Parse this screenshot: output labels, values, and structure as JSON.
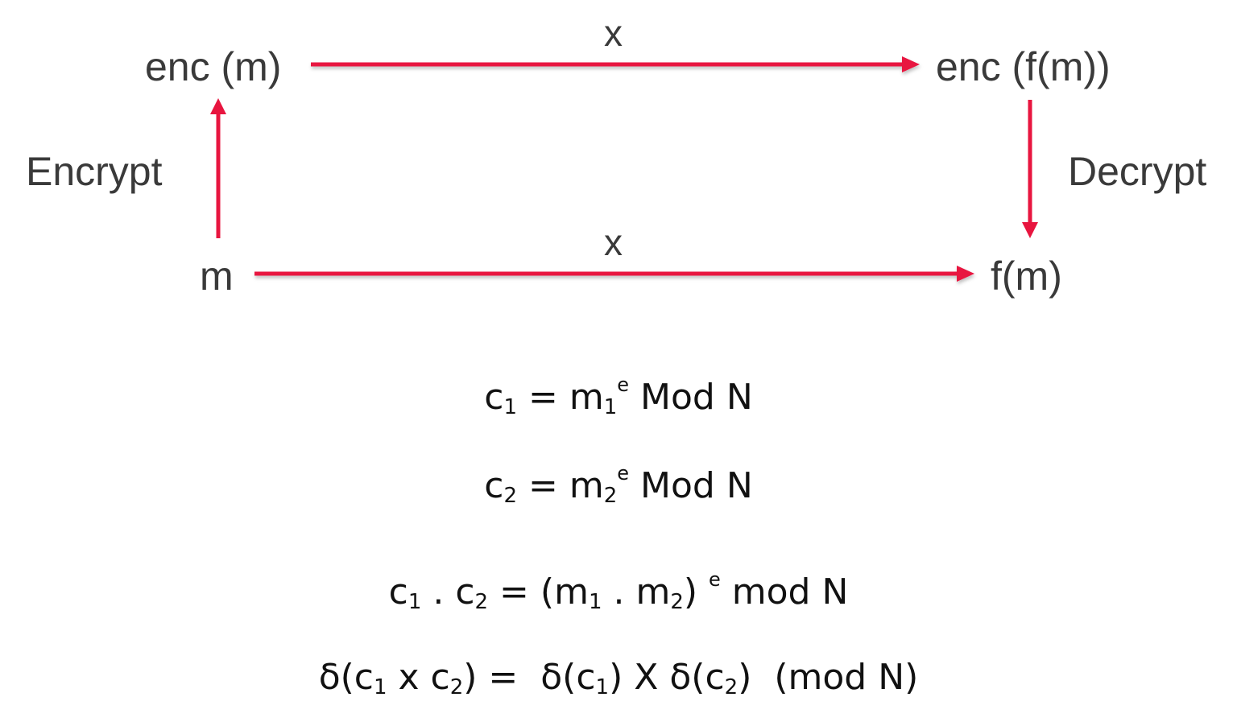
{
  "diagram": {
    "nodes": {
      "enc_m": "enc (m)",
      "enc_fm": "enc (f(m))",
      "m": "m",
      "fm": "f(m)"
    },
    "edges": {
      "top_label": "x",
      "bottom_label": "x",
      "left_label": "Encrypt",
      "right_label": "Decrypt"
    },
    "arrow_color": "#e8153f",
    "text_color": "#3a3a3a"
  },
  "equations": [
    {
      "parts": {
        "a": "c",
        "a_sub": "1",
        "b": " = m",
        "b_sub": "1",
        "b_sup": "e",
        "c": " Mod N"
      }
    },
    {
      "parts": {
        "a": "c",
        "a_sub": "2",
        "b": " = m",
        "b_sub": "2",
        "b_sup": "e",
        "c": " Mod N"
      }
    },
    {
      "parts": {
        "a": "c",
        "a_sub": "1",
        "b": " . c",
        "b_sub": "2",
        "c": " = (m",
        "c_sub": "1",
        "d": " . m",
        "d_sub": "2",
        "e": ") ",
        "e_sup": "e",
        "f": " mod N"
      }
    },
    {
      "parts": {
        "a": "δ(c",
        "a_sub": "1",
        "b": " x c",
        "b_sub": "2",
        "c": ") =  δ(c",
        "c_sub": "1",
        "d": ") X δ(c",
        "d_sub": "2",
        "e": ")  (mod N)"
      }
    }
  ]
}
